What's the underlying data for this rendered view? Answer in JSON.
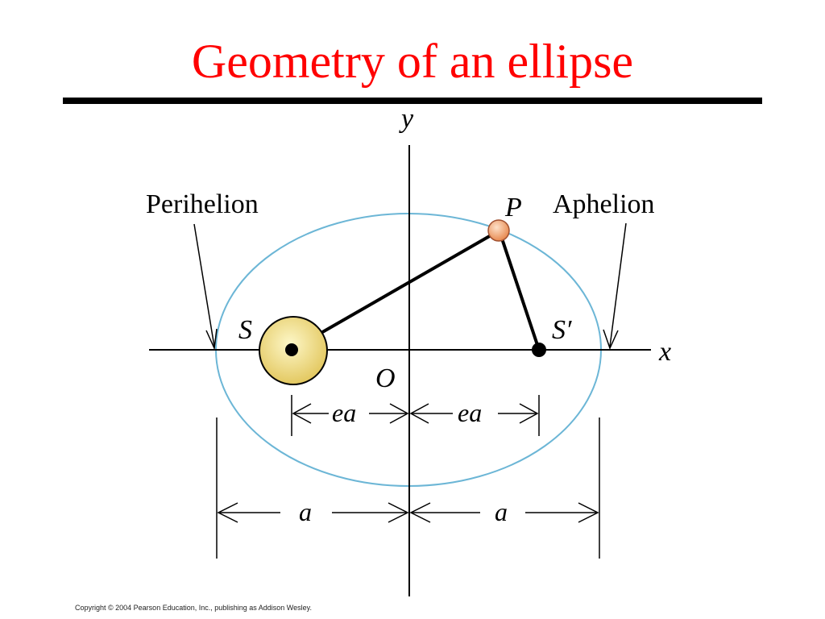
{
  "slide": {
    "title": "Geometry of an ellipse",
    "title_color": "#ff0000",
    "rule_color": "#000000"
  },
  "diagram": {
    "axis_y_label": "y",
    "axis_x_label": "x",
    "origin_label": "O",
    "focus_sun_label": "S",
    "focus_empty_label": "S′",
    "point_label": "P",
    "perihelion_label": "Perihelion",
    "aphelion_label": "Aphelion",
    "ea_left_label": "ea",
    "ea_right_label": "ea",
    "a_left_label": "a",
    "a_right_label": "a",
    "ellipse_color": "#6cb6d6",
    "sun_color": "#f0e090",
    "sun_core_color": "#000000",
    "planet_color": "#f3a070"
  },
  "footer": {
    "copyright": "Copyright © 2004 Pearson Education, Inc., publishing as Addison Wesley."
  }
}
